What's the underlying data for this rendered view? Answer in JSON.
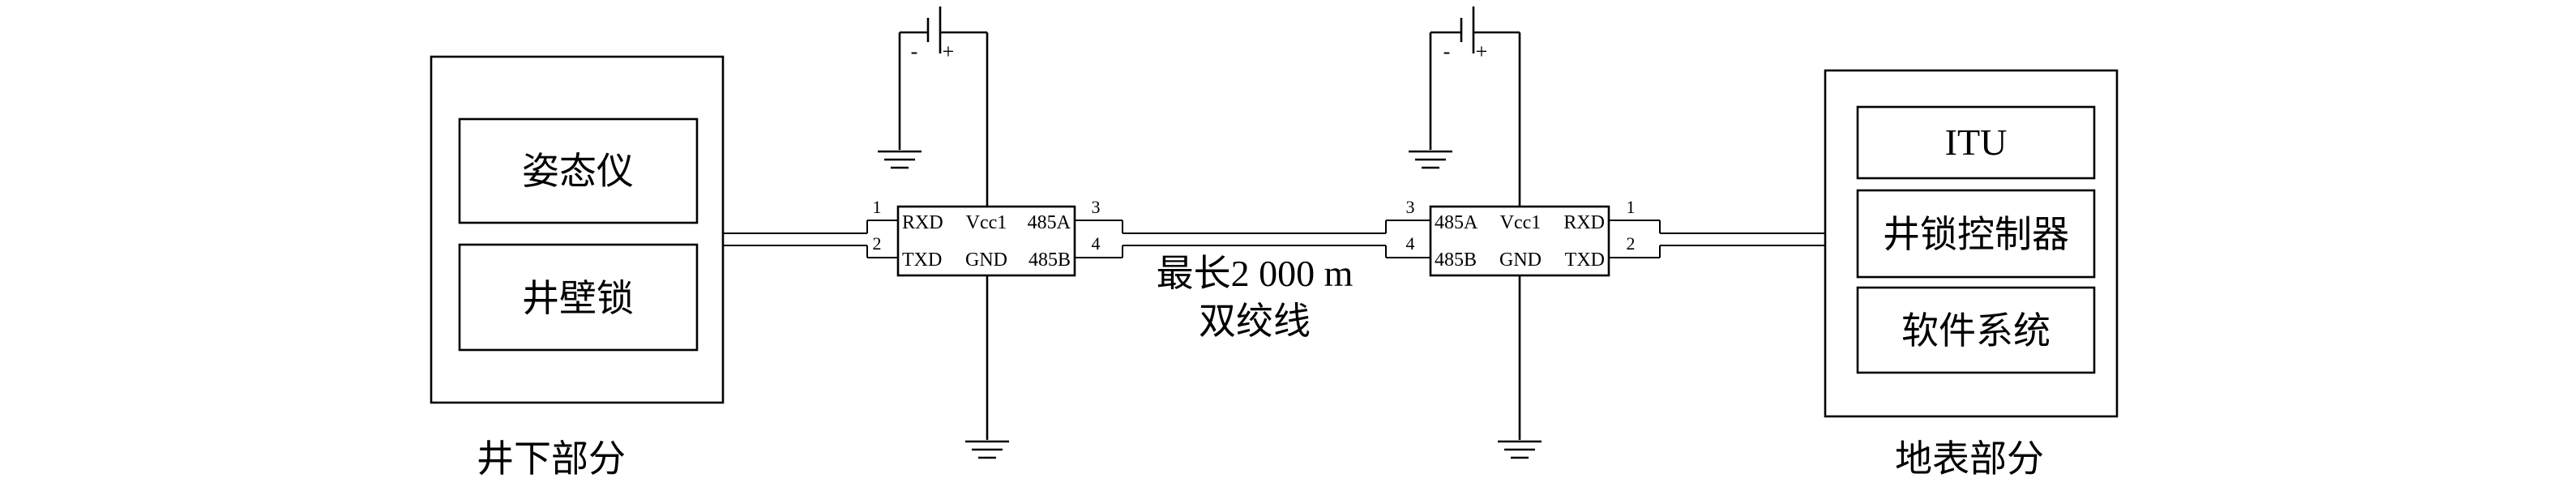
{
  "underground": {
    "inner_boxes": [
      "姿态仪",
      "井壁锁"
    ],
    "caption": "井下部分"
  },
  "surface": {
    "inner_boxes": [
      "ITU",
      "井锁控制器",
      "软件系统"
    ],
    "caption": "地表部分"
  },
  "converter_left": {
    "pins": [
      "1",
      "2",
      "3",
      "4"
    ],
    "row1": {
      "left": "RXD",
      "mid": "Vcc1",
      "right": "485A"
    },
    "row2": {
      "left": "TXD",
      "mid": "GND",
      "right": "485B"
    }
  },
  "converter_right": {
    "pins": [
      "3",
      "4",
      "1",
      "2"
    ],
    "row1": {
      "left": "485A",
      "mid": "Vcc1",
      "right": "RXD"
    },
    "row2": {
      "left": "485B",
      "mid": "GND",
      "right": "TXD"
    }
  },
  "cable": {
    "line1": "最长2 000 m",
    "line2": "双绞线"
  },
  "battery_symbols": [
    "-",
    "+"
  ]
}
